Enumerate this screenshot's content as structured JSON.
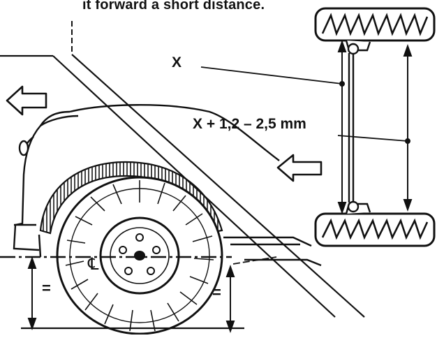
{
  "caption": "it forward a short distance.",
  "labels": {
    "front_distance": "X",
    "rear_distance": "X + 1,2 – 2,5 mm",
    "centre_line": "℄",
    "equal_left": "=",
    "equal_right": "="
  },
  "colors": {
    "ink": "#111111",
    "paper": "#ffffff"
  }
}
